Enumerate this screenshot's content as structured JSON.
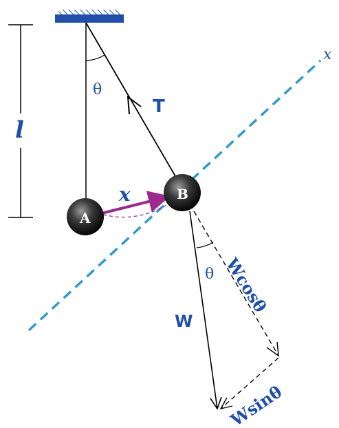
{
  "labels": {
    "theta_top": "θ",
    "tension": "T",
    "length": "l",
    "ball_a": "A",
    "ball_b": "B",
    "displacement": "x",
    "axis_x": "x",
    "weight": "W",
    "theta_bottom": "θ",
    "w_cos": "Wcosθ",
    "w_sin": "Wsinθ"
  },
  "colors": {
    "support": "#1f4fa8",
    "axis_dashed": "#3399cc",
    "displacement_arrow": "#9b2a8f",
    "label": "#1f4fa8",
    "ball": "#222222"
  }
}
